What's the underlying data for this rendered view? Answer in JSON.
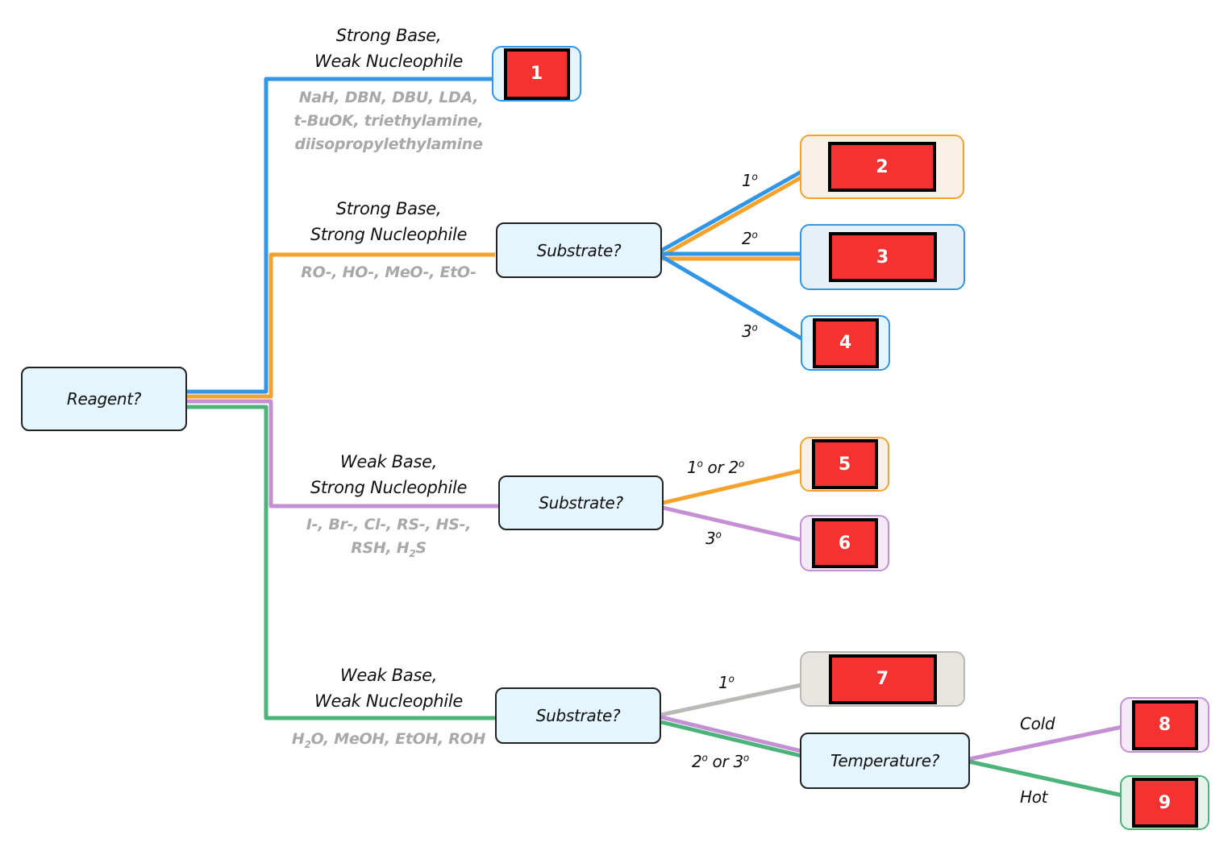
{
  "colors": {
    "blue": "#2f96e8",
    "orange": "#f4a22c",
    "purple": "#c58fd4",
    "green": "#4cb47a",
    "gray": "#b9b9b6",
    "decision_fill": "#e4f5fd",
    "badge_fill": "#f53232"
  },
  "nodes": {
    "reagent": "Reagent?",
    "substrate_1": "Substrate?",
    "substrate_2": "Substrate?",
    "substrate_3": "Substrate?",
    "temperature": "Temperature?"
  },
  "categories": [
    {
      "line1": "Strong Base,",
      "line2": "Weak Nucleophile",
      "examples": [
        "NaH, DBN, DBU, LDA,",
        "t-BuOK, triethylamine,",
        "diisopropylethylamine"
      ]
    },
    {
      "line1": "Strong Base,",
      "line2": "Strong Nucleophile",
      "examples": [
        "RO-, HO-, MeO-, EtO-"
      ]
    },
    {
      "line1": "Weak Base,",
      "line2": "Strong Nucleophile",
      "examples": [
        "I-, Br-, Cl-, RS-, HS-,",
        "RSH, H",
        "2",
        "S"
      ]
    },
    {
      "line1": "Weak Base,",
      "line2": "Weak Nucleophile",
      "examples": [
        "H",
        "2",
        "O, MeOH, EtOH, ROH"
      ]
    }
  ],
  "edge_labels": {
    "primary": "1",
    "secondary": "2",
    "tertiary": "3",
    "degree": "o",
    "or": "or",
    "cold": "Cold",
    "hot": "Hot"
  },
  "outcomes": [
    "1",
    "2",
    "3",
    "4",
    "5",
    "6",
    "7",
    "8",
    "9"
  ]
}
